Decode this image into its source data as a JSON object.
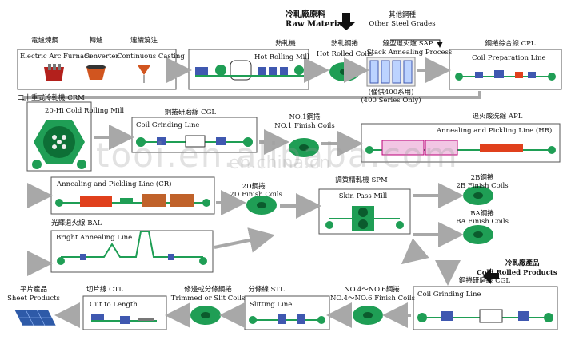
{
  "header": {
    "raw_cn": "冷軋廠原料",
    "raw_en": "Raw Materials",
    "other_cn": "其他鋼種",
    "other_en": "Other Steel Grades"
  },
  "row1": {
    "eaf_cn": "電爐煉鋼",
    "conv_cn": "轉爐",
    "cc_cn": "連續澆注",
    "eaf_en": "Electric Arc Furnace",
    "conv_en": "Converter",
    "cc_en": "Continuous Casting",
    "hrm_cn": "熱軋機",
    "hrm_en": "Hot Rolling Mill",
    "hrc_cn": "熱軋鋼捲",
    "hrc_en": "Hot Rolled Coils",
    "sap_cn": "鐘型退火爐 SAP",
    "sap_en": "Stack Annealing Process",
    "sap_note_cn": "(僅供400系用)",
    "sap_note_en": "(400 Series Only)",
    "cpl_cn": "鋼捲綜合線 CPL",
    "cpl_en": "Coil Preparation Line"
  },
  "row2": {
    "crm_cn": "二十重式冷軋機 CRM",
    "crm_en": "20-Hi Cold Rolling Mill",
    "cgl_cn": "鋼捲研磨線 CGL",
    "cgl_en": "Coil Grinding Line",
    "no1_cn": "NO.1鋼捲",
    "no1_en": "NO.1 Finish Coils",
    "apl_cn": "退火酸洗線 APL",
    "apl_en": "Annealing and Pickling Line (HR)"
  },
  "row3": {
    "aplcr_en": "Annealing and Pickling Line (CR)",
    "d2_cn": "2D鋼捲",
    "d2_en": "2D Finish Coils",
    "spm_cn": "調質精軋機 SPM",
    "spm_en": "Skin Pass Mill",
    "b2_cn": "2B鋼捲",
    "b2_en": "2B Finish Coils",
    "ba_cn": "BA鋼捲",
    "ba_en": "BA Finish Coils",
    "bal_cn": "光輝退火線 BAL",
    "bal_en": "Bright Annealing Line",
    "crp_cn": "冷軋廠產品",
    "crp_en": "Cold Rolled Products"
  },
  "row4": {
    "cgl2_cn": "鋼捲研磨線 CGL",
    "cgl2_en": "Coil Grinding Line",
    "no4_cn": "NO.4～NO.6鋼捲",
    "no4_en": "NO.4～NO.6 Finish Coils",
    "stl_cn": "分條線 STL",
    "stl_en": "Slitting Line",
    "trim_cn": "修邊或分條鋼捲",
    "trim_en": "Trimmed or Slit Coils",
    "ctl_cn": "切片線 CTL",
    "ctl_en": "Cut to Length",
    "sheet_cn": "平片產品",
    "sheet_en": "Sheet Products"
  },
  "watermark": {
    "w1": "tooi.en.alibaba.com",
    "w2": "en.china.cn"
  },
  "colors": {
    "coil_green": "#1f9e55",
    "line_red": "#e0401c",
    "furnace_brown": "#c0622a",
    "annealing_pink": "#f2c6e4",
    "arrow_gray": "#a8a8a8"
  }
}
